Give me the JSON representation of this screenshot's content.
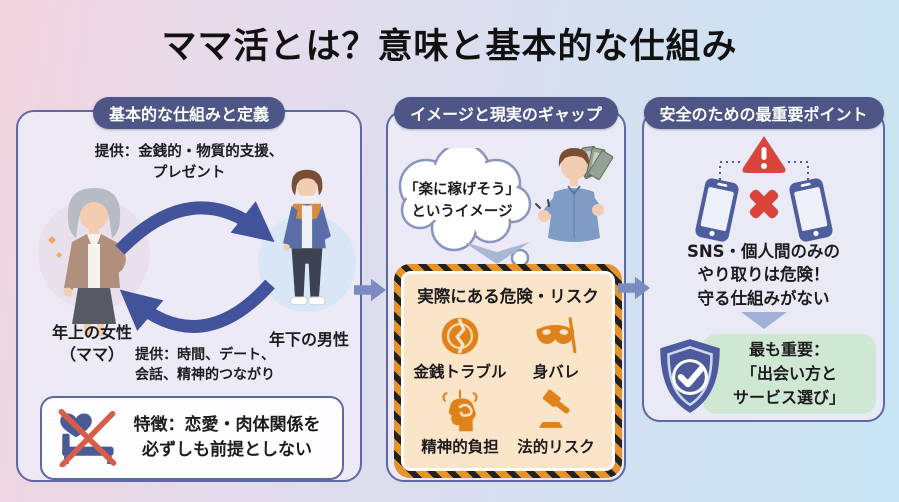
{
  "title": "ママ活とは？意味と基本的な仕組み",
  "panel1": {
    "header": "基本的な仕組みと定義",
    "offer_money": "提供：金銭的・物質的支援、\nプレゼント",
    "woman_label": "年上の女性\n（ママ）",
    "man_label": "年下の男性",
    "offer_time": "提供：時間、デート、\n会話、精神的つながり",
    "feature": "特徴：恋愛・肉体関係を\n必ずしも前提としない",
    "feature_icon": "no-romance-bed-heart-icon"
  },
  "panel2": {
    "header": "イメージと現実のギャップ",
    "bubble": "「楽に稼げそう」\nというイメージ",
    "risk_title": "実際にある危険・リスク",
    "risks": [
      {
        "label": "金銭トラブル",
        "icon": "broken-coin-icon"
      },
      {
        "label": "身バレ",
        "icon": "mask-icon"
      },
      {
        "label": "精神的負担",
        "icon": "mental-stress-icon"
      },
      {
        "label": "法的リスク",
        "icon": "gavel-icon"
      }
    ]
  },
  "panel3": {
    "header": "安全のための最重要ポイント",
    "warning": "SNS・個人間のみの\nやり取りは危険！\n守る仕組みがない",
    "important": "最も重要：\n「出会い方と\nサービス選び」",
    "warning_icon": "phones-cross-warning-icon",
    "safe_icon": "shield-check-icon"
  },
  "colors": {
    "header_bg": "#4d5687",
    "panel_border": "#5f68a0",
    "cycle_arrow_blue": "#42529b",
    "hazard_stripe_orange": "#e8922a",
    "hazard_bg": "#fbe5c9",
    "risk_icon_orange": "#e0821c",
    "alert_red": "#d9453a",
    "cross_red": "#d85c4a",
    "safe_green_bg": "#cfe8d3",
    "shield_blue": "#4d5b9e"
  }
}
